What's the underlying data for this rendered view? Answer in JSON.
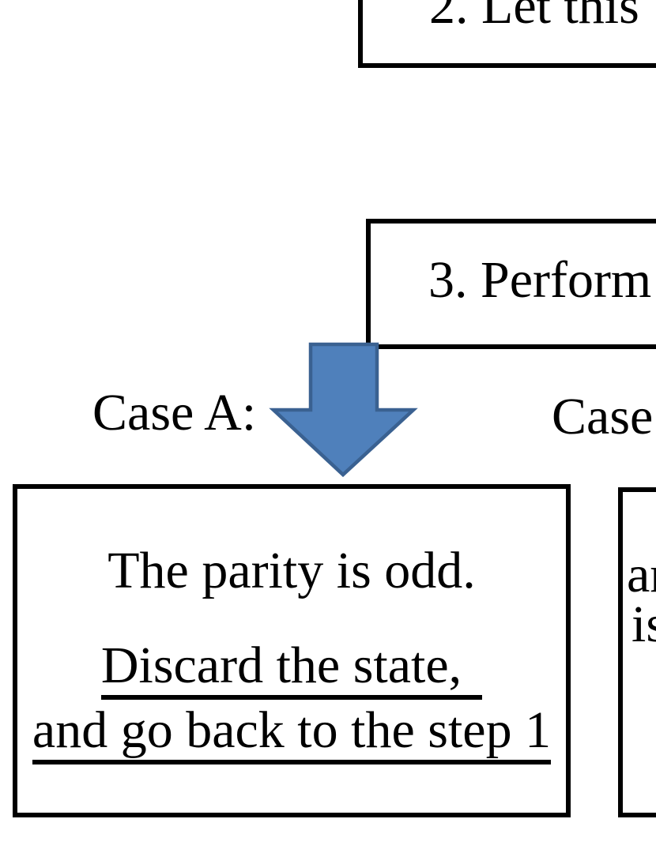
{
  "flowchart": {
    "top_box": {
      "text": "2. Let this"
    },
    "middle_box": {
      "text": "3. Perform"
    },
    "branch_labels": {
      "case_a": "Case A:",
      "case_b": "Case"
    },
    "case_a_box": {
      "line1": "The parity is odd.",
      "line2_underlined": "Discard the state,",
      "line3_underlined": "and go back to the step 1"
    },
    "case_b_box": {
      "visible_fragment_line1": "an",
      "visible_fragment_line2": "is"
    },
    "arrow": {
      "direction": "down",
      "fill_color": "#4f80bb",
      "border_color": "#3a6191"
    },
    "colors": {
      "box_border": "#000000",
      "text": "#000000",
      "background": "#ffffff"
    }
  }
}
